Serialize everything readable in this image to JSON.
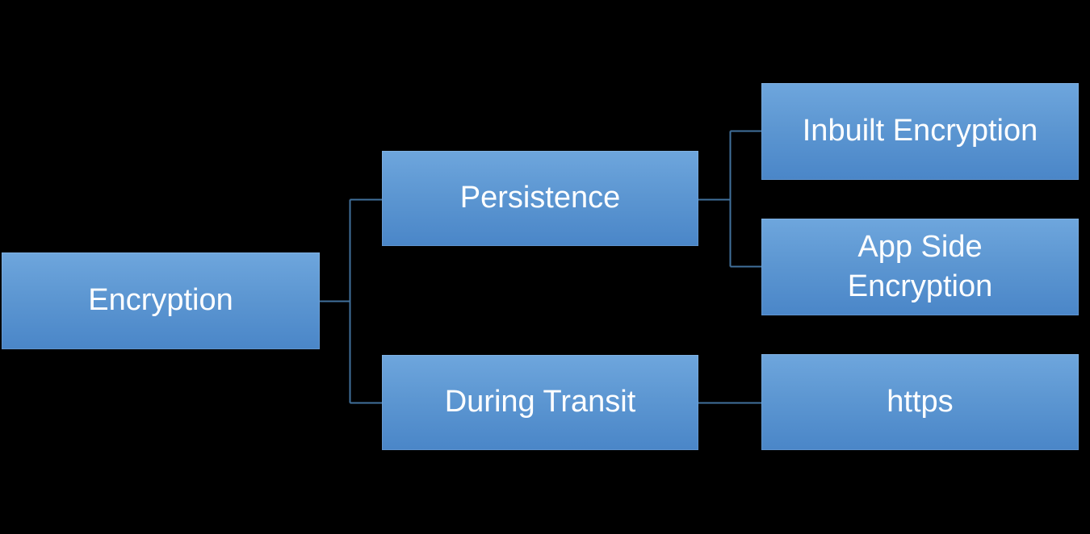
{
  "page": {
    "background_color": "#000000"
  },
  "style": {
    "node_gradient_top": "#6ea6dd",
    "node_gradient_bottom": "#4a86c8",
    "node_text_color": "#ffffff",
    "connector_color": "#41719c"
  },
  "diagram": {
    "type": "tree",
    "orientation": "left-to-right",
    "nodes": [
      {
        "id": "encryption",
        "label": "Encryption",
        "level": 0,
        "parent": null
      },
      {
        "id": "persistence",
        "label": "Persistence",
        "level": 1,
        "parent": "encryption"
      },
      {
        "id": "during-transit",
        "label": "During Transit",
        "level": 1,
        "parent": "encryption"
      },
      {
        "id": "inbuilt-encryption",
        "label": "Inbuilt Encryption",
        "level": 2,
        "parent": "persistence"
      },
      {
        "id": "app-side-encryption",
        "label": "App Side Encryption",
        "level": 2,
        "parent": "persistence"
      },
      {
        "id": "https",
        "label": "https",
        "level": 2,
        "parent": "during-transit"
      }
    ],
    "edges": [
      {
        "from": "encryption",
        "to": "persistence"
      },
      {
        "from": "encryption",
        "to": "during-transit"
      },
      {
        "from": "persistence",
        "to": "inbuilt-encryption"
      },
      {
        "from": "persistence",
        "to": "app-side-encryption"
      },
      {
        "from": "during-transit",
        "to": "https"
      }
    ]
  }
}
